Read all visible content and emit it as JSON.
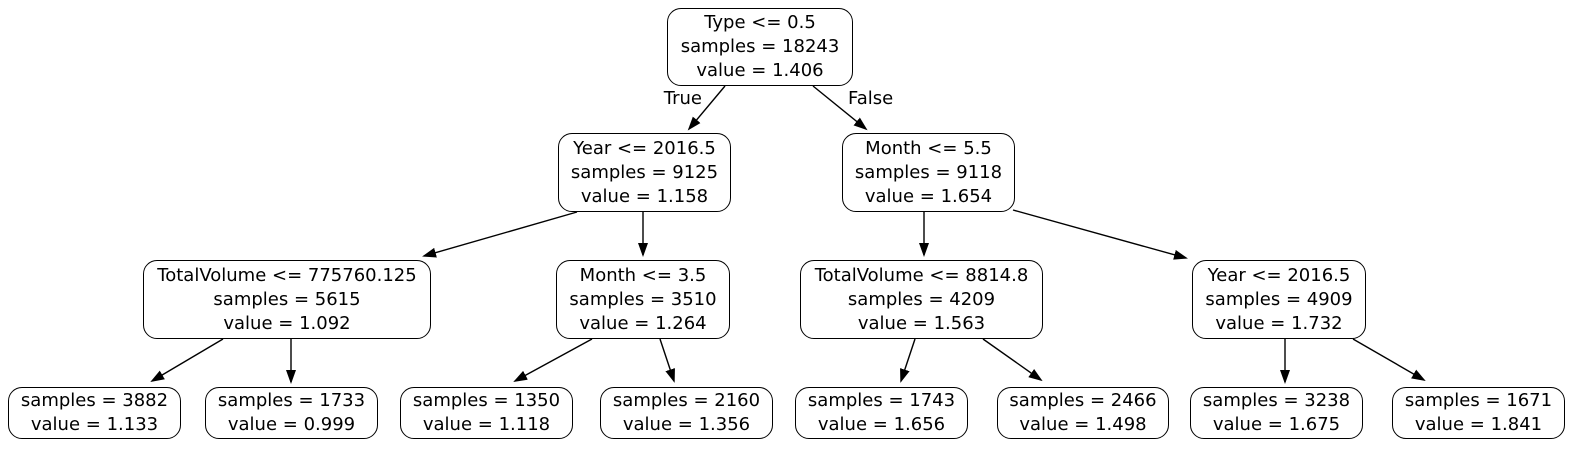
{
  "diagram": {
    "kind": "decision-tree",
    "colors": {
      "background": "#ffffff",
      "node_border": "#000000",
      "edge": "#000000",
      "text": "#000000"
    },
    "edge_labels": {
      "true_branch": "True",
      "false_branch": "False"
    },
    "nodes": [
      {
        "id": "root",
        "condition": "Type <= 0.5",
        "samples": "samples = 18243",
        "value": "value = 1.406"
      },
      {
        "id": "year-left",
        "condition": "Year <= 2016.5",
        "samples": "samples = 9125",
        "value": "value = 1.158"
      },
      {
        "id": "month-right",
        "condition": "Month <= 5.5",
        "samples": "samples = 9118",
        "value": "value = 1.654"
      },
      {
        "id": "totalvolume-left",
        "condition": "TotalVolume <= 775760.125",
        "samples": "samples = 5615",
        "value": "value = 1.092"
      },
      {
        "id": "month-left",
        "condition": "Month <= 3.5",
        "samples": "samples = 3510",
        "value": "value = 1.264"
      },
      {
        "id": "totalvolume-right",
        "condition": "TotalVolume <= 8814.8",
        "samples": "samples = 4209",
        "value": "value = 1.563"
      },
      {
        "id": "year-right",
        "condition": "Year <= 2016.5",
        "samples": "samples = 4909",
        "value": "value = 1.732"
      },
      {
        "id": "leaf-1",
        "samples": "samples = 3882",
        "value": "value = 1.133"
      },
      {
        "id": "leaf-2",
        "samples": "samples = 1733",
        "value": "value = 0.999"
      },
      {
        "id": "leaf-3",
        "samples": "samples = 1350",
        "value": "value = 1.118"
      },
      {
        "id": "leaf-4",
        "samples": "samples = 2160",
        "value": "value = 1.356"
      },
      {
        "id": "leaf-5",
        "samples": "samples = 1743",
        "value": "value = 1.656"
      },
      {
        "id": "leaf-6",
        "samples": "samples = 2466",
        "value": "value = 1.498"
      },
      {
        "id": "leaf-7",
        "samples": "samples = 3238",
        "value": "value = 1.675"
      },
      {
        "id": "leaf-8",
        "samples": "samples = 1671",
        "value": "value = 1.841"
      }
    ]
  }
}
